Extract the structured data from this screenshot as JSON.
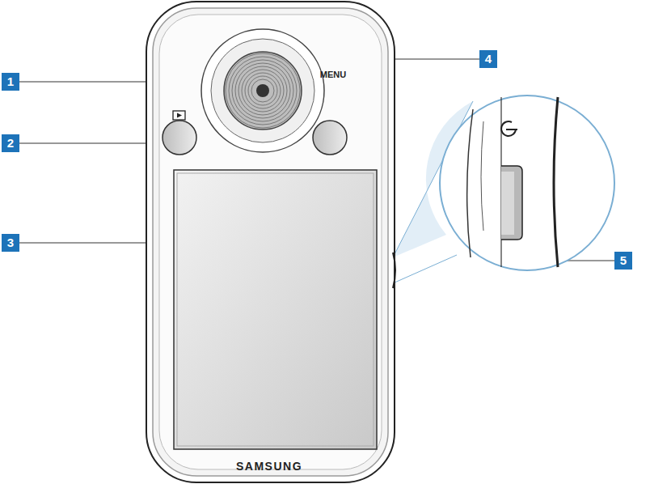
{
  "diagram": {
    "labels": [
      "1",
      "4",
      "MENU",
      "2",
      "3",
      "SAMSUNG",
      "5"
    ]
  }
}
